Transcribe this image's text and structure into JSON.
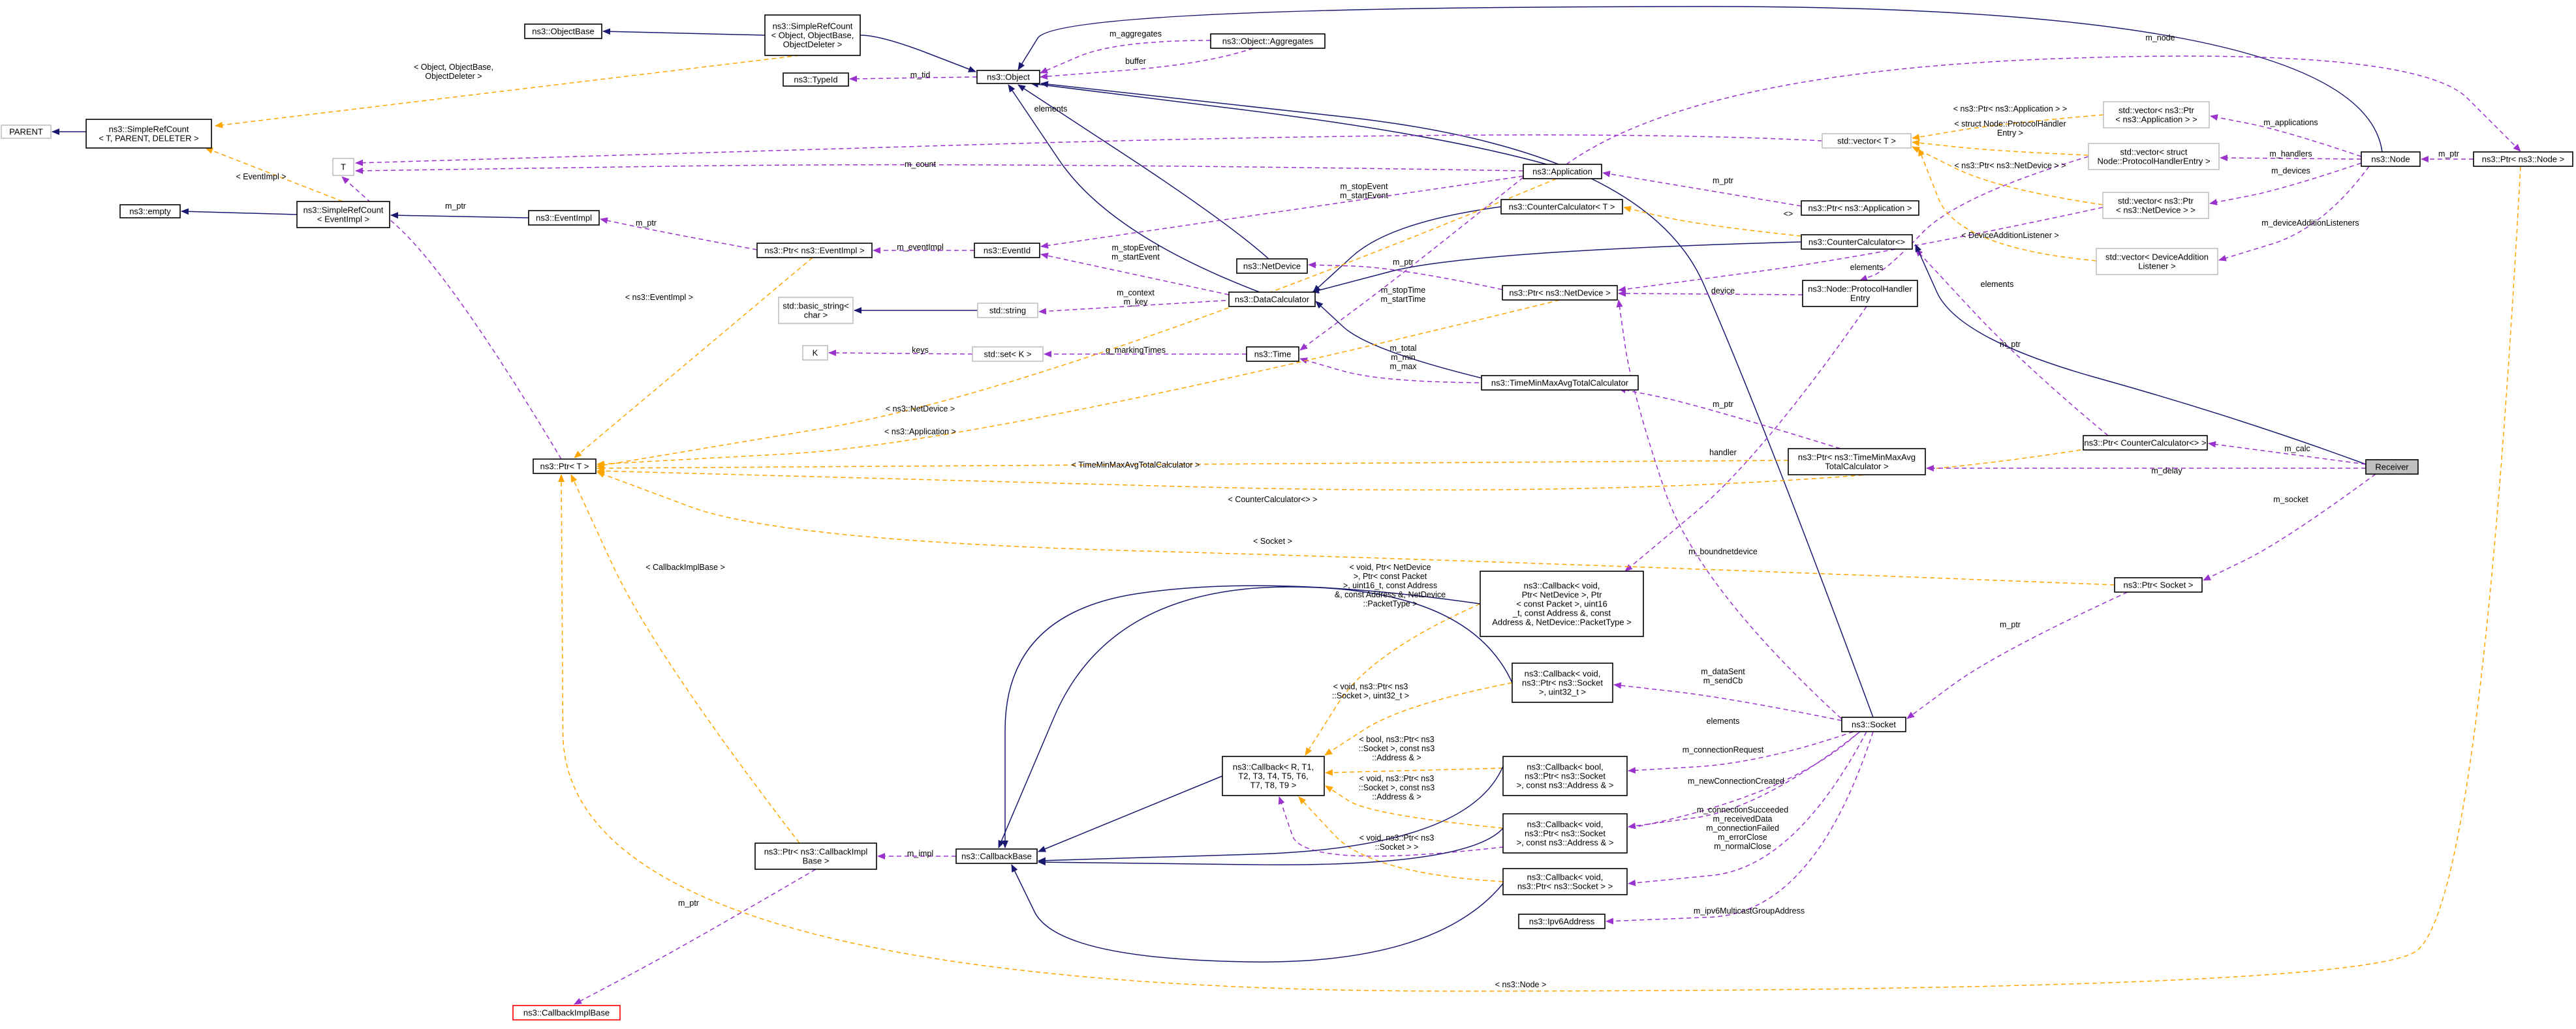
{
  "nodes": {
    "parent": [
      "PARENT"
    ],
    "simplerefcount_t": [
      "ns3::SimpleRefCount",
      "< T, PARENT, DELETER >"
    ],
    "objectbase": [
      "ns3::ObjectBase"
    ],
    "simplerefcount_obj": [
      "ns3::SimpleRefCount",
      "< Object, ObjectBase,",
      "ObjectDeleter >"
    ],
    "typeid": [
      "ns3::TypeId"
    ],
    "object": [
      "ns3::Object"
    ],
    "aggregates": [
      "ns3::Object::Aggregates"
    ],
    "t": [
      "T"
    ],
    "empty": [
      "ns3::empty"
    ],
    "simplerefcount_ev": [
      "ns3::SimpleRefCount",
      "< EventImpl >"
    ],
    "eventimpl": [
      "ns3::EventImpl"
    ],
    "ptr_eventimpl": [
      "ns3::Ptr< ns3::EventImpl >"
    ],
    "eventid": [
      "ns3::EventId"
    ],
    "basic_string": [
      "std::basic_string<",
      "char >"
    ],
    "string": [
      "std::string"
    ],
    "netdevice": [
      "ns3::NetDevice"
    ],
    "datacalculator": [
      "ns3::DataCalculator"
    ],
    "k": [
      "K"
    ],
    "set_k": [
      "std::set< K >"
    ],
    "time": [
      "ns3::Time"
    ],
    "ptr_t": [
      "ns3::Ptr< T >"
    ],
    "application": [
      "ns3::Application"
    ],
    "countercalc_t": [
      "ns3::CounterCalculator< T >"
    ],
    "ptr_application": [
      "ns3::Ptr< ns3::Application >"
    ],
    "countercalc": [
      "ns3::CounterCalculator<>"
    ],
    "ptr_netdevice": [
      "ns3::Ptr< ns3::NetDevice >"
    ],
    "protocolhandler": [
      "ns3::Node::ProtocolHandler",
      "Entry"
    ],
    "tminmax": [
      "ns3::TimeMinMaxAvgTotalCalculator"
    ],
    "ptr_tminmax": [
      "ns3::Ptr< ns3::TimeMinMaxAvg",
      "TotalCalculator >"
    ],
    "vector_t": [
      "std::vector< T >"
    ],
    "vector_ptr_app": [
      "std::vector< ns3::Ptr",
      "< ns3::Application > >"
    ],
    "vector_phe": [
      "std::vector< struct",
      "Node::ProtocolHandlerEntry >"
    ],
    "vector_ptr_nd": [
      "std::vector< ns3::Ptr",
      "< ns3::NetDevice > >"
    ],
    "vector_dal": [
      "std::vector< DeviceAddition",
      "Listener >"
    ],
    "node": [
      "ns3::Node"
    ],
    "ptr_node": [
      "ns3::Ptr< ns3::Node >"
    ],
    "ptr_countercalc": [
      "ns3::Ptr< CounterCalculator<> >"
    ],
    "receiver": [
      "Receiver"
    ],
    "ptr_socket": [
      "ns3::Ptr< Socket >"
    ],
    "callback_nd": [
      "ns3::Callback< void,",
      "Ptr< NetDevice >, Ptr",
      "< const Packet >, uint16",
      "_t, const Address &, const",
      "Address &, NetDevice::PacketType >"
    ],
    "callback_sock_u32": [
      "ns3::Callback< void,",
      "ns3::Ptr< ns3::Socket",
      ">, uint32_t >"
    ],
    "socket": [
      "ns3::Socket"
    ],
    "callback_generic": [
      "ns3::Callback< R, T1,",
      "T2, T3, T4, T5, T6,",
      "T7, T8, T9 >"
    ],
    "callback_bool": [
      "ns3::Callback< bool,",
      "ns3::Ptr< ns3::Socket",
      ">, const ns3::Address & >"
    ],
    "callback_void_addr": [
      "ns3::Callback< void,",
      "ns3::Ptr< ns3::Socket",
      ">, const ns3::Address & >"
    ],
    "ptr_callbackimplbase": [
      "ns3::Ptr< ns3::CallbackImpl",
      "Base >"
    ],
    "callbackbase": [
      "ns3::CallbackBase"
    ],
    "callback_void_sock": [
      "ns3::Callback< void,",
      "ns3::Ptr< ns3::Socket > >"
    ],
    "ipv6address": [
      "ns3::Ipv6Address"
    ],
    "callbackimplbase": [
      "ns3::CallbackImplBase"
    ]
  },
  "edge_labels": {
    "simplerefcount_obj_tpl": [
      "< Object, ObjectBase,",
      "ObjectDeleter >"
    ],
    "m_aggregates": [
      "m_aggregates"
    ],
    "buffer": [
      "buffer"
    ],
    "m_tid": [
      "m_tid"
    ],
    "elements_top": [
      "elements"
    ],
    "m_node": [
      "m_node"
    ],
    "eventimpl_tpl": [
      "< EventImpl >"
    ],
    "m_count": [
      "m_count"
    ],
    "m_ptr_t": [
      "m_ptr"
    ],
    "m_ptr_ev": [
      "m_ptr"
    ],
    "m_eventimpl": [
      "m_eventImpl"
    ],
    "stop_start_event_app": [
      "m_stopEvent",
      "m_startEvent"
    ],
    "stop_start_event_dc": [
      "m_stopEvent",
      "m_startEvent"
    ],
    "ptr_eventimpl_tpl": [
      "< ns3::EventImpl >"
    ],
    "context_key": [
      "m_context",
      "m_key"
    ],
    "keys": [
      "keys"
    ],
    "g_markingtimes": [
      "g_markingTimes"
    ],
    "stop_start_time": [
      "m_stopTime",
      "m_startTime"
    ],
    "total_min_max": [
      "m_total",
      "m_min",
      "m_max"
    ],
    "m_ptr_app": [
      "m_ptr"
    ],
    "diamond": [
      "<>"
    ],
    "m_ptr_nd": [
      "m_ptr"
    ],
    "device": [
      "device"
    ],
    "elements_nd": [
      "elements"
    ],
    "elements_phe": [
      "elements"
    ],
    "dal_tpl": [
      "< DeviceAdditionListener >"
    ],
    "ptr_app_tpl": [
      "< ns3::Ptr< ns3::Application > >"
    ],
    "phe_tpl": [
      "< struct Node::ProtocolHandler",
      "Entry >"
    ],
    "ptr_nd_tpl": [
      "< ns3::Ptr< ns3::NetDevice > >"
    ],
    "m_applications": [
      "m_applications"
    ],
    "m_handlers": [
      "m_handlers"
    ],
    "m_devices": [
      "m_devices"
    ],
    "m_deviceadditionlisteners": [
      "m_deviceAdditionListeners"
    ],
    "m_ptr_node": [
      "m_ptr"
    ],
    "m_ptr_cc": [
      "m_ptr"
    ],
    "m_ptr_tminmax": [
      "m_ptr"
    ],
    "handler": [
      "handler"
    ],
    "netdevice_tpl": [
      "< ns3::NetDevice >"
    ],
    "application_tpl": [
      "< ns3::Application >"
    ],
    "tminmax_tpl": [
      "< TimeMinMaxAvgTotalCalculator >"
    ],
    "cc_tpl": [
      "< CounterCalculator<> >"
    ],
    "m_calc": [
      "m_calc"
    ],
    "m_delay": [
      "m_delay"
    ],
    "m_socket": [
      "m_socket"
    ],
    "socket_tpl": [
      "< Socket >"
    ],
    "callbackimplbase_tpl": [
      "< CallbackImplBase >"
    ],
    "m_boundnetdevice": [
      "m_boundnetdevice"
    ],
    "m_ptr_socket": [
      "m_ptr"
    ],
    "callback_nd_tpl": [
      "< void, Ptr< NetDevice",
      " >, Ptr< const Packet",
      " >, uint16_t, const Address",
      " &, const Address &, NetDevice",
      " ::PacketType >"
    ],
    "callback_u32_tpl": [
      "< void, ns3::Ptr< ns3",
      "::Socket >, uint32_t >"
    ],
    "datasent": [
      "m_dataSent",
      "m_sendCb"
    ],
    "elements_sock": [
      "elements"
    ],
    "callback_bool_tpl": [
      "< bool, ns3::Ptr< ns3",
      "::Socket >, const ns3",
      "::Address & >"
    ],
    "callback_addr_tpl": [
      "< void, ns3::Ptr< ns3",
      "::Socket >, const ns3",
      "::Address & >"
    ],
    "callback_sock_tpl": [
      "< void, ns3::Ptr< ns3",
      "::Socket > >"
    ],
    "m_connectionrequest": [
      "m_connectionRequest"
    ],
    "m_newconnectioncreated": [
      "m_newConnectionCreated"
    ],
    "succeeded_group": [
      "m_connectionSucceeded",
      "m_receivedData",
      "m_connectionFailed",
      "m_errorClose",
      "m_normalClose"
    ],
    "m_ipv6multicast": [
      "m_ipv6MulticastGroupAddress"
    ],
    "m_impl": [
      "m_impl"
    ],
    "m_ptr_cib": [
      "m_ptr"
    ],
    "node_tpl": [
      "< ns3::Node >"
    ]
  },
  "colors": {
    "inheritance": "#191970",
    "usage": "#9a32cd",
    "template": "#ffa500",
    "grey_box": "#bfbfbf",
    "red_box": "#ff0000",
    "highlight": "#bfbfbf"
  }
}
